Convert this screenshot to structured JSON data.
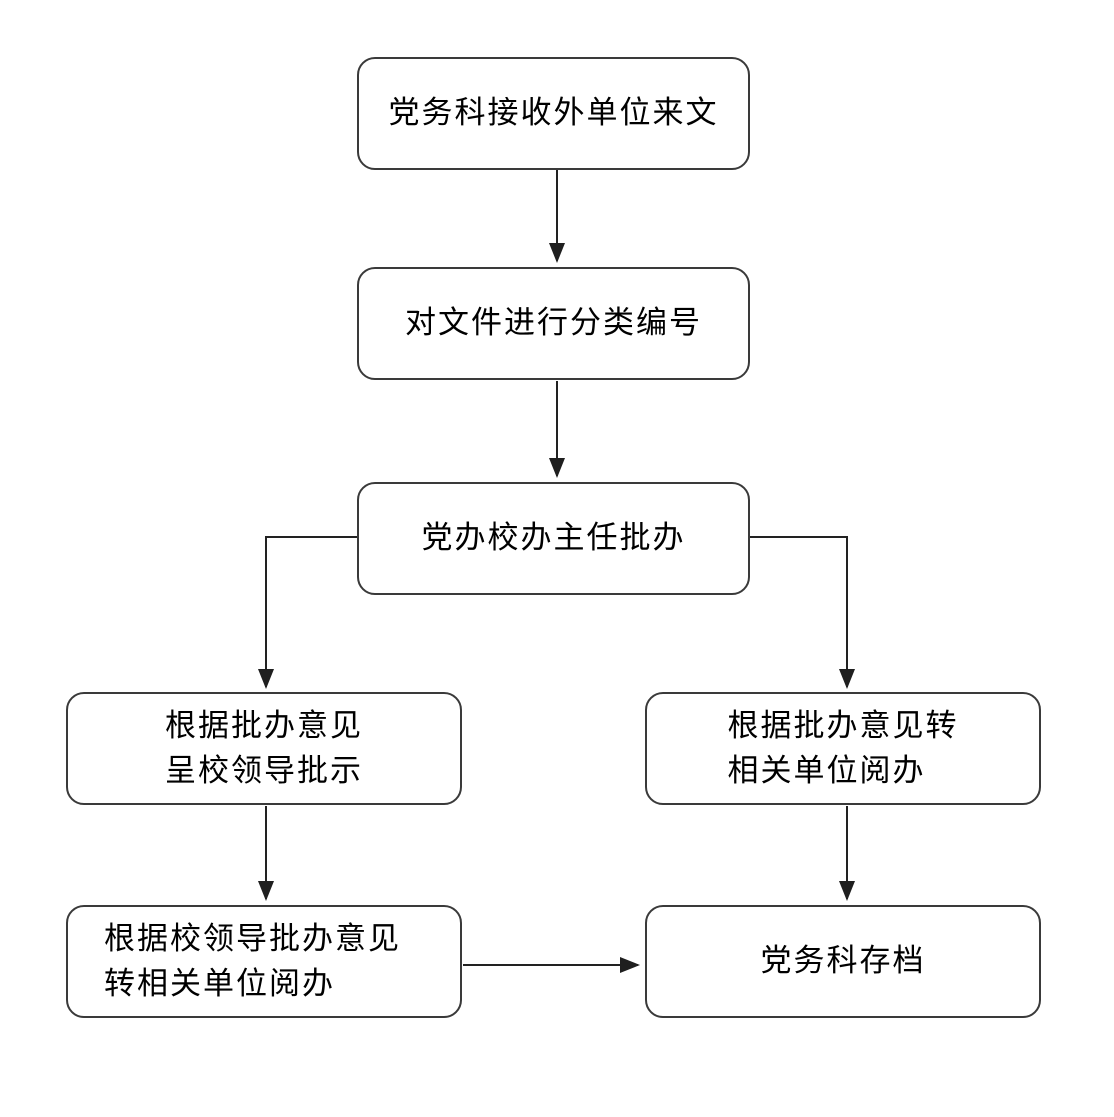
{
  "diagram": {
    "type": "flowchart",
    "background_color": "#ffffff",
    "box_border_color": "#3a3a3a",
    "line_color": "#222222",
    "text_color": "#000000",
    "nodes": [
      {
        "id": "receive",
        "label": "党务科接收外单位来文"
      },
      {
        "id": "classify",
        "label": "对文件进行分类编号"
      },
      {
        "id": "director-review",
        "label": "党办校办主任批办"
      },
      {
        "id": "submit-leaders",
        "label": "根据批办意见\n呈校领导批示"
      },
      {
        "id": "forward-units",
        "label": "根据批办意见转\n相关单位阅办"
      },
      {
        "id": "forward-per-leaders",
        "label": "根据校领导批办意见\n转相关单位阅办"
      },
      {
        "id": "archive",
        "label": "党务科存档"
      }
    ],
    "edges": [
      {
        "from": "receive",
        "to": "classify"
      },
      {
        "from": "classify",
        "to": "director-review"
      },
      {
        "from": "director-review",
        "to": "submit-leaders"
      },
      {
        "from": "director-review",
        "to": "forward-units"
      },
      {
        "from": "submit-leaders",
        "to": "forward-per-leaders"
      },
      {
        "from": "forward-units",
        "to": "archive"
      },
      {
        "from": "forward-per-leaders",
        "to": "archive"
      }
    ]
  }
}
